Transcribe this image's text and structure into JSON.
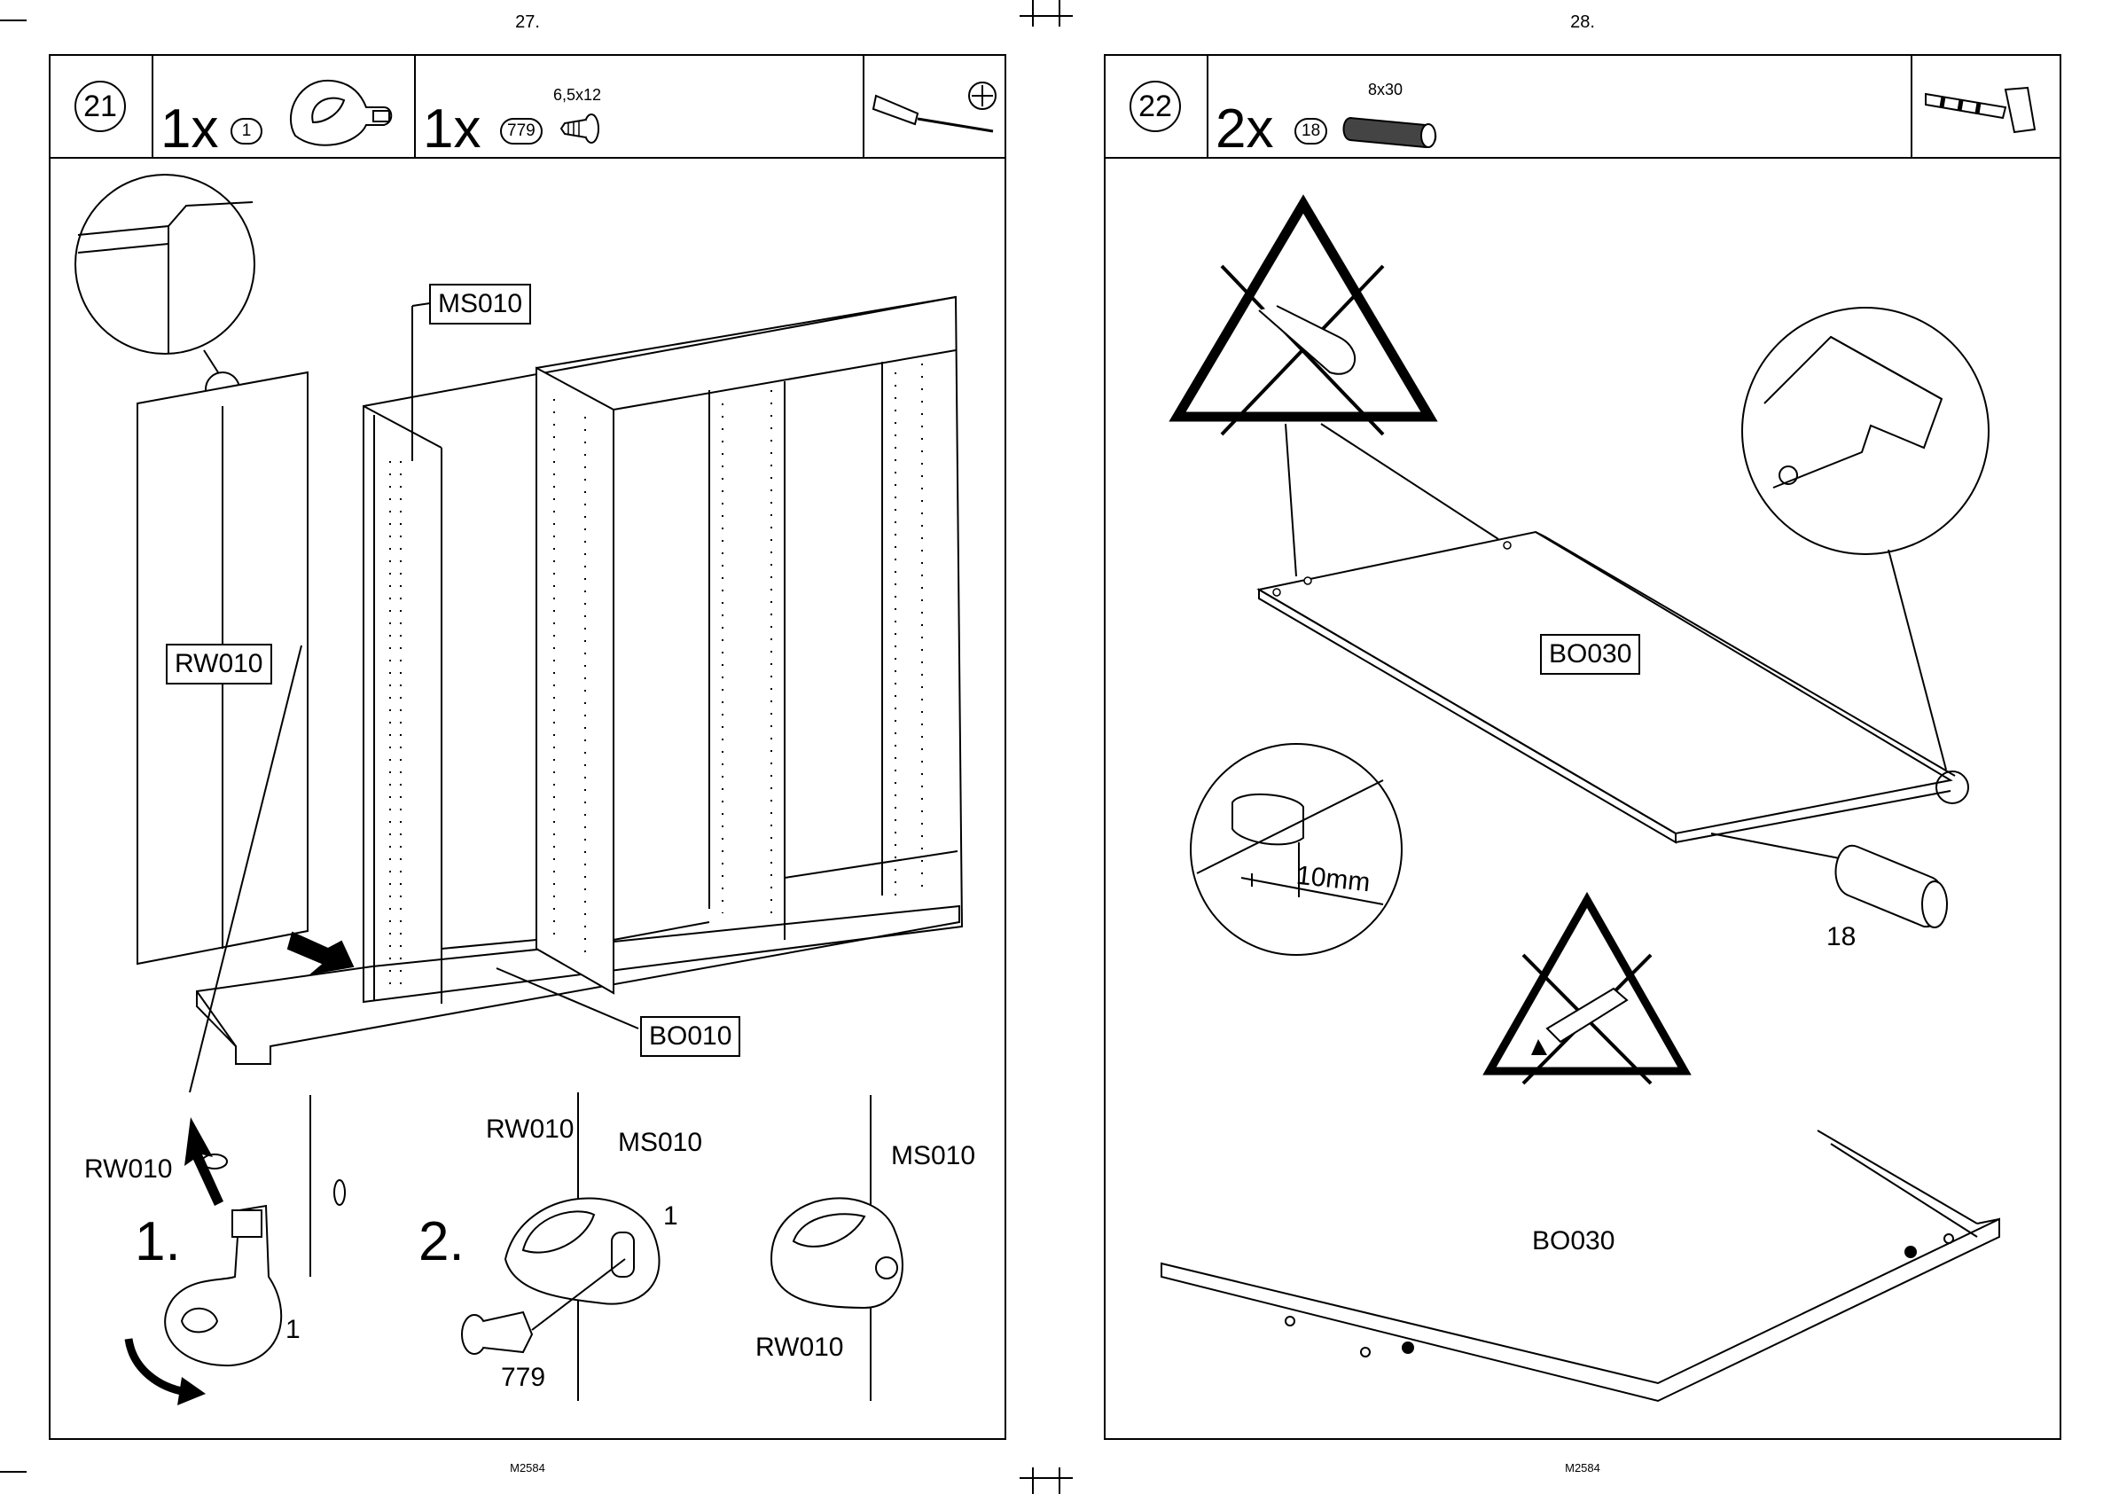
{
  "left_page": {
    "page_number": "27.",
    "step_number": "21",
    "parts": [
      {
        "quantity": "1x",
        "part_id": "1"
      },
      {
        "quantity": "1x",
        "part_id": "779",
        "dimension": "6,5x12"
      }
    ],
    "tool_icon": "screwdriver-icon",
    "labels": {
      "ms010": "MS010",
      "rw010": "RW010",
      "bo010": "BO010",
      "detail_rw010_1": "RW010",
      "step1_marker": "1.",
      "step1_part": "1",
      "step2_marker": "2.",
      "detail_rw010_2": "RW010",
      "detail_ms010_2": "MS010",
      "step2_part": "1",
      "screw_id": "779",
      "detail_ms010_3": "MS010",
      "detail_rw010_3": "RW010"
    },
    "footer_code": "M2584"
  },
  "right_page": {
    "page_number": "28.",
    "step_number": "22",
    "parts": [
      {
        "quantity": "2x",
        "part_id": "18",
        "dimension": "8x30"
      }
    ],
    "tool_icon": "hammer-icon",
    "labels": {
      "bo030_top": "BO030",
      "dowel_depth": "10mm",
      "dowel_id": "18",
      "bo030_bottom": "BO030"
    },
    "footer_code": "M2584"
  }
}
